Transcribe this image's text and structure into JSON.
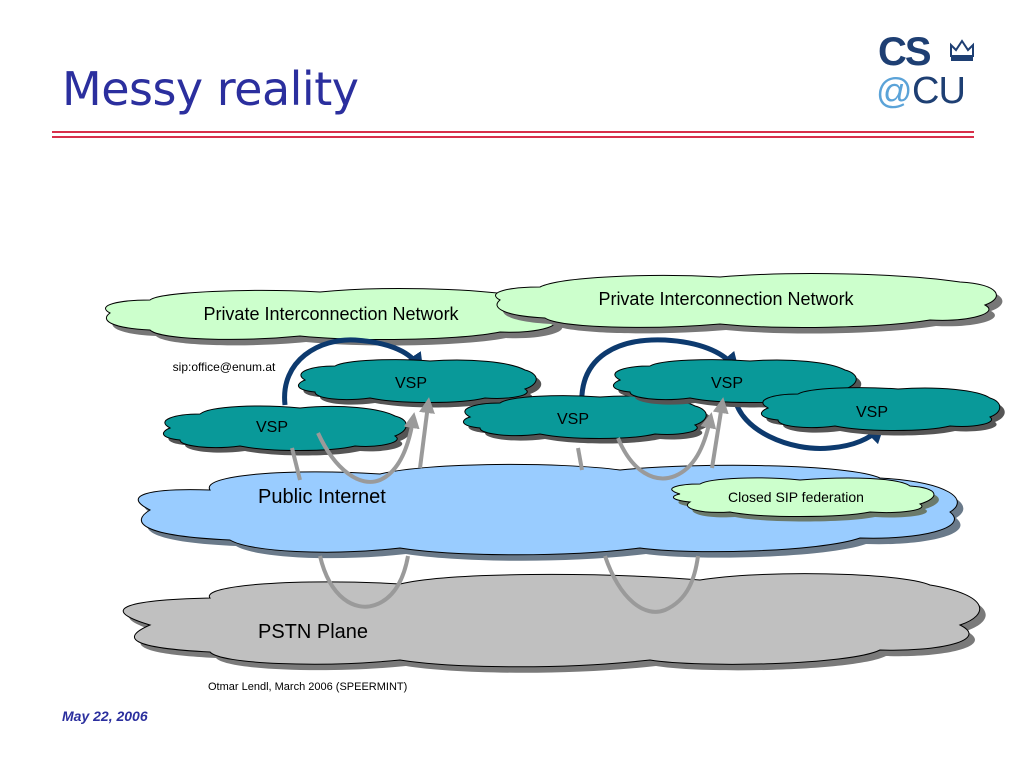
{
  "slide": {
    "title": "Messy reality",
    "date": "May 22, 2006",
    "credit": "Otmar Lendl, March 2006 (SPEERMINT)"
  },
  "logo": {
    "cs": "CS",
    "at": "@",
    "cu": "CU"
  },
  "diagram": {
    "pin_left": "Private Interconnection Network",
    "pin_right": "Private Interconnection Network",
    "sip_address": "sip:office@enum.at",
    "vsp_label": "VSP",
    "public_internet": "Public Internet",
    "closed_federation": "Closed SIP federation",
    "pstn": "PSTN Plane"
  },
  "colors": {
    "title": "#2b2f9e",
    "rule": "#d8304a",
    "pin_fill": "#ccffcc",
    "vsp_fill": "#099999",
    "internet_fill": "#99ccff",
    "pstn_fill": "#c0c0c0",
    "arrow_dark": "#0d3a6e",
    "arrow_gray": "#9a9a9a"
  }
}
